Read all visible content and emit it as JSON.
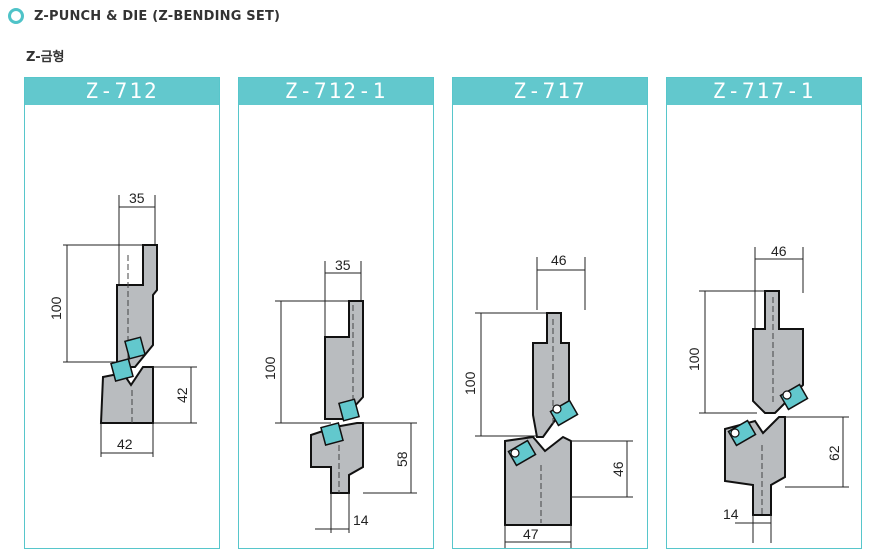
{
  "header": {
    "title": "Z-PUNCH & DIE (Z-BENDING SET)",
    "bullet_color": "#4fc3c8"
  },
  "section": {
    "subtitle": "Z-금형"
  },
  "cards": [
    {
      "code": "Z-712",
      "dims": {
        "top": "35",
        "height": "100",
        "right": "42",
        "bottom": "42"
      }
    },
    {
      "code": "Z-712-1",
      "dims": {
        "top": "35",
        "height": "100",
        "right": "58",
        "bottom": "14"
      }
    },
    {
      "code": "Z-717",
      "dims": {
        "top": "46",
        "height": "100",
        "right": "46",
        "bottom": "47"
      }
    },
    {
      "code": "Z-717-1",
      "dims": {
        "top": "46",
        "height": "100",
        "right": "62",
        "bottom": "14"
      }
    }
  ],
  "colors": {
    "accent": "#62c8cd",
    "tool_body": "#b9bcbf"
  }
}
